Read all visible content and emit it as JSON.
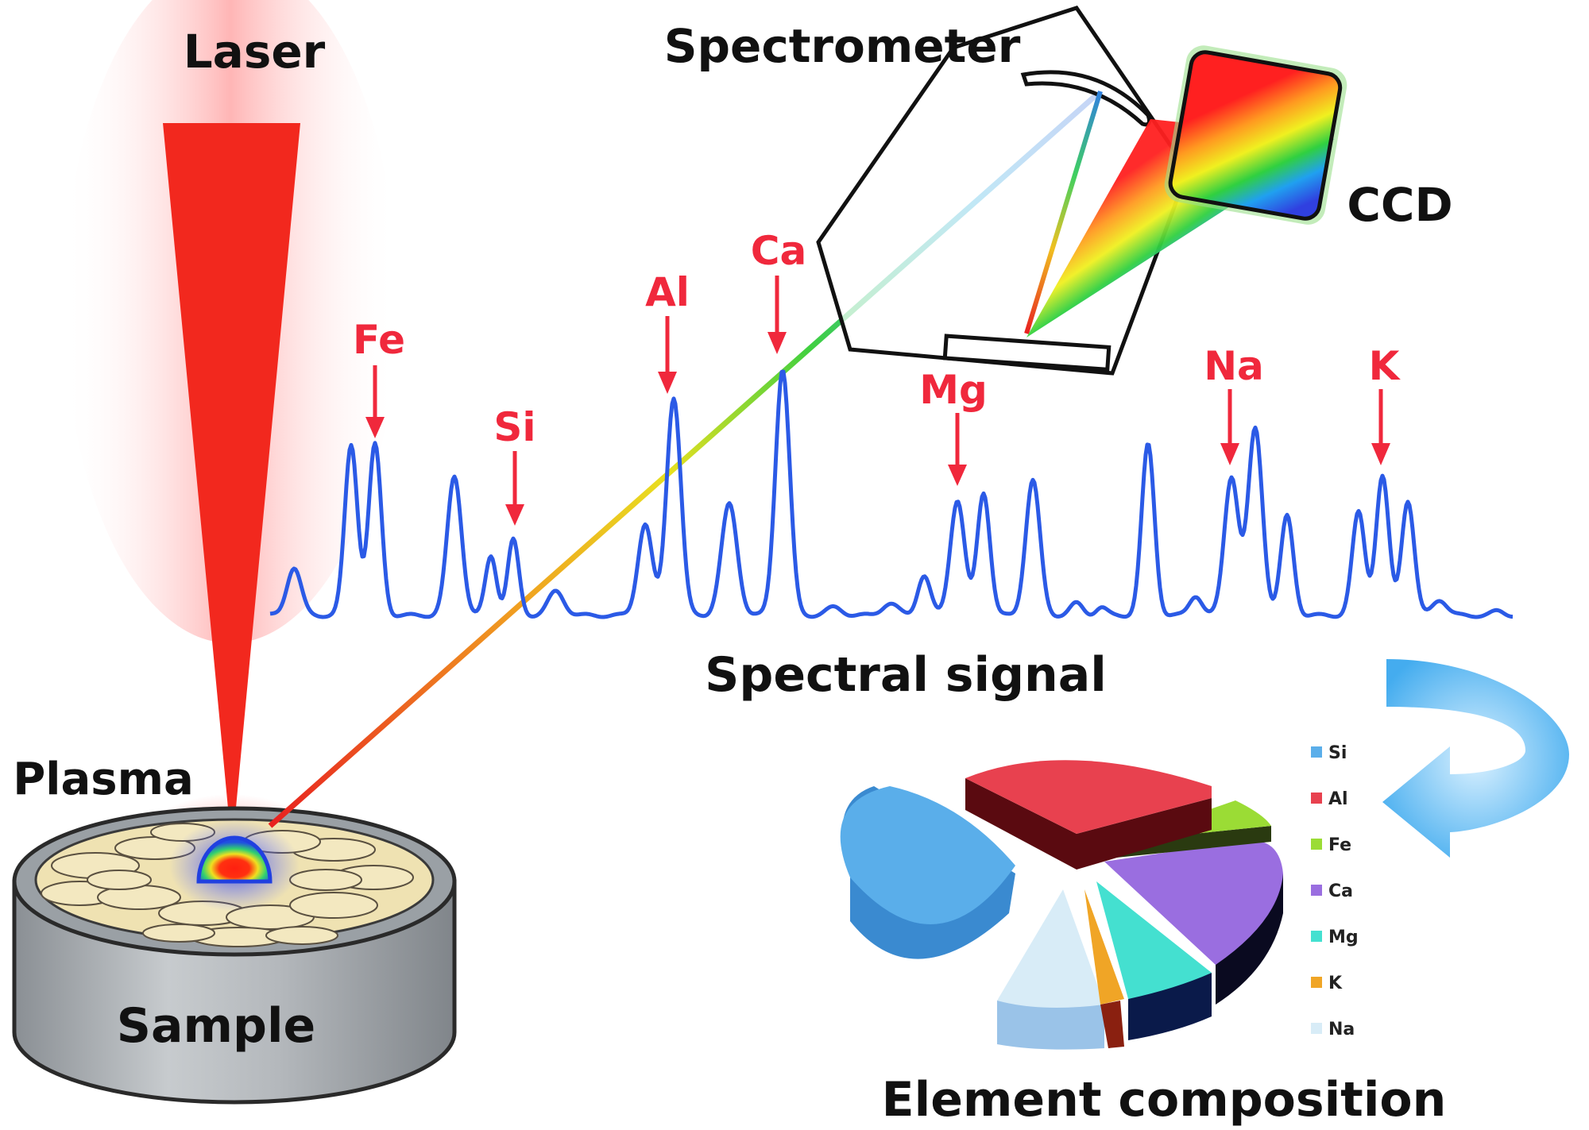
{
  "labels": {
    "laser": "Laser",
    "spectrometer": "Spectrometer",
    "ccd": "CCD",
    "plasma": "Plasma",
    "sample": "Sample",
    "spectral_signal": "Spectral signal",
    "element_composition": "Element composition"
  },
  "peaks": [
    "Fe",
    "Si",
    "Al",
    "Ca",
    "Mg",
    "Na",
    "K"
  ],
  "legend": [
    {
      "name": "Si",
      "color": "#5aaeea"
    },
    {
      "name": "Al",
      "color": "#e8414f"
    },
    {
      "name": "Fe",
      "color": "#9bdc35"
    },
    {
      "name": "Ca",
      "color": "#9a6ee0"
    },
    {
      "name": "Mg",
      "color": "#44e0d0"
    },
    {
      "name": "K",
      "color": "#f0a526"
    },
    {
      "name": "Na",
      "color": "#d8ecf7"
    }
  ],
  "colors": {
    "laser": "#f2281e",
    "peak_label": "#f0283c",
    "spectrum": "#2b5ae6"
  }
}
